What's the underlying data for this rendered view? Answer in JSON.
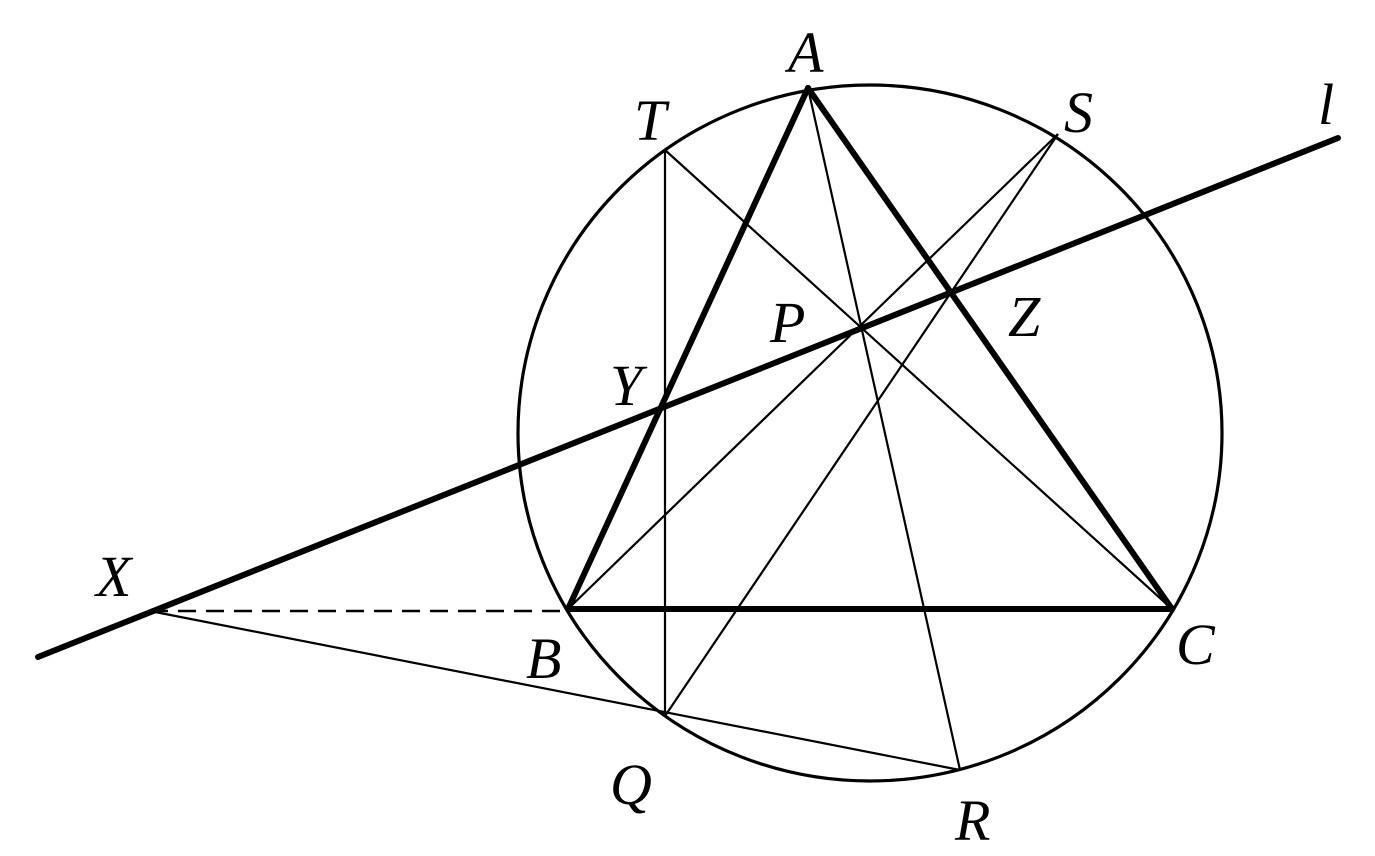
{
  "labels": {
    "A": "A",
    "B": "B",
    "C": "C",
    "P": "P",
    "Q": "Q",
    "R": "R",
    "S": "S",
    "T": "T",
    "X": "X",
    "Y": "Y",
    "Z": "Z",
    "l": "l"
  }
}
